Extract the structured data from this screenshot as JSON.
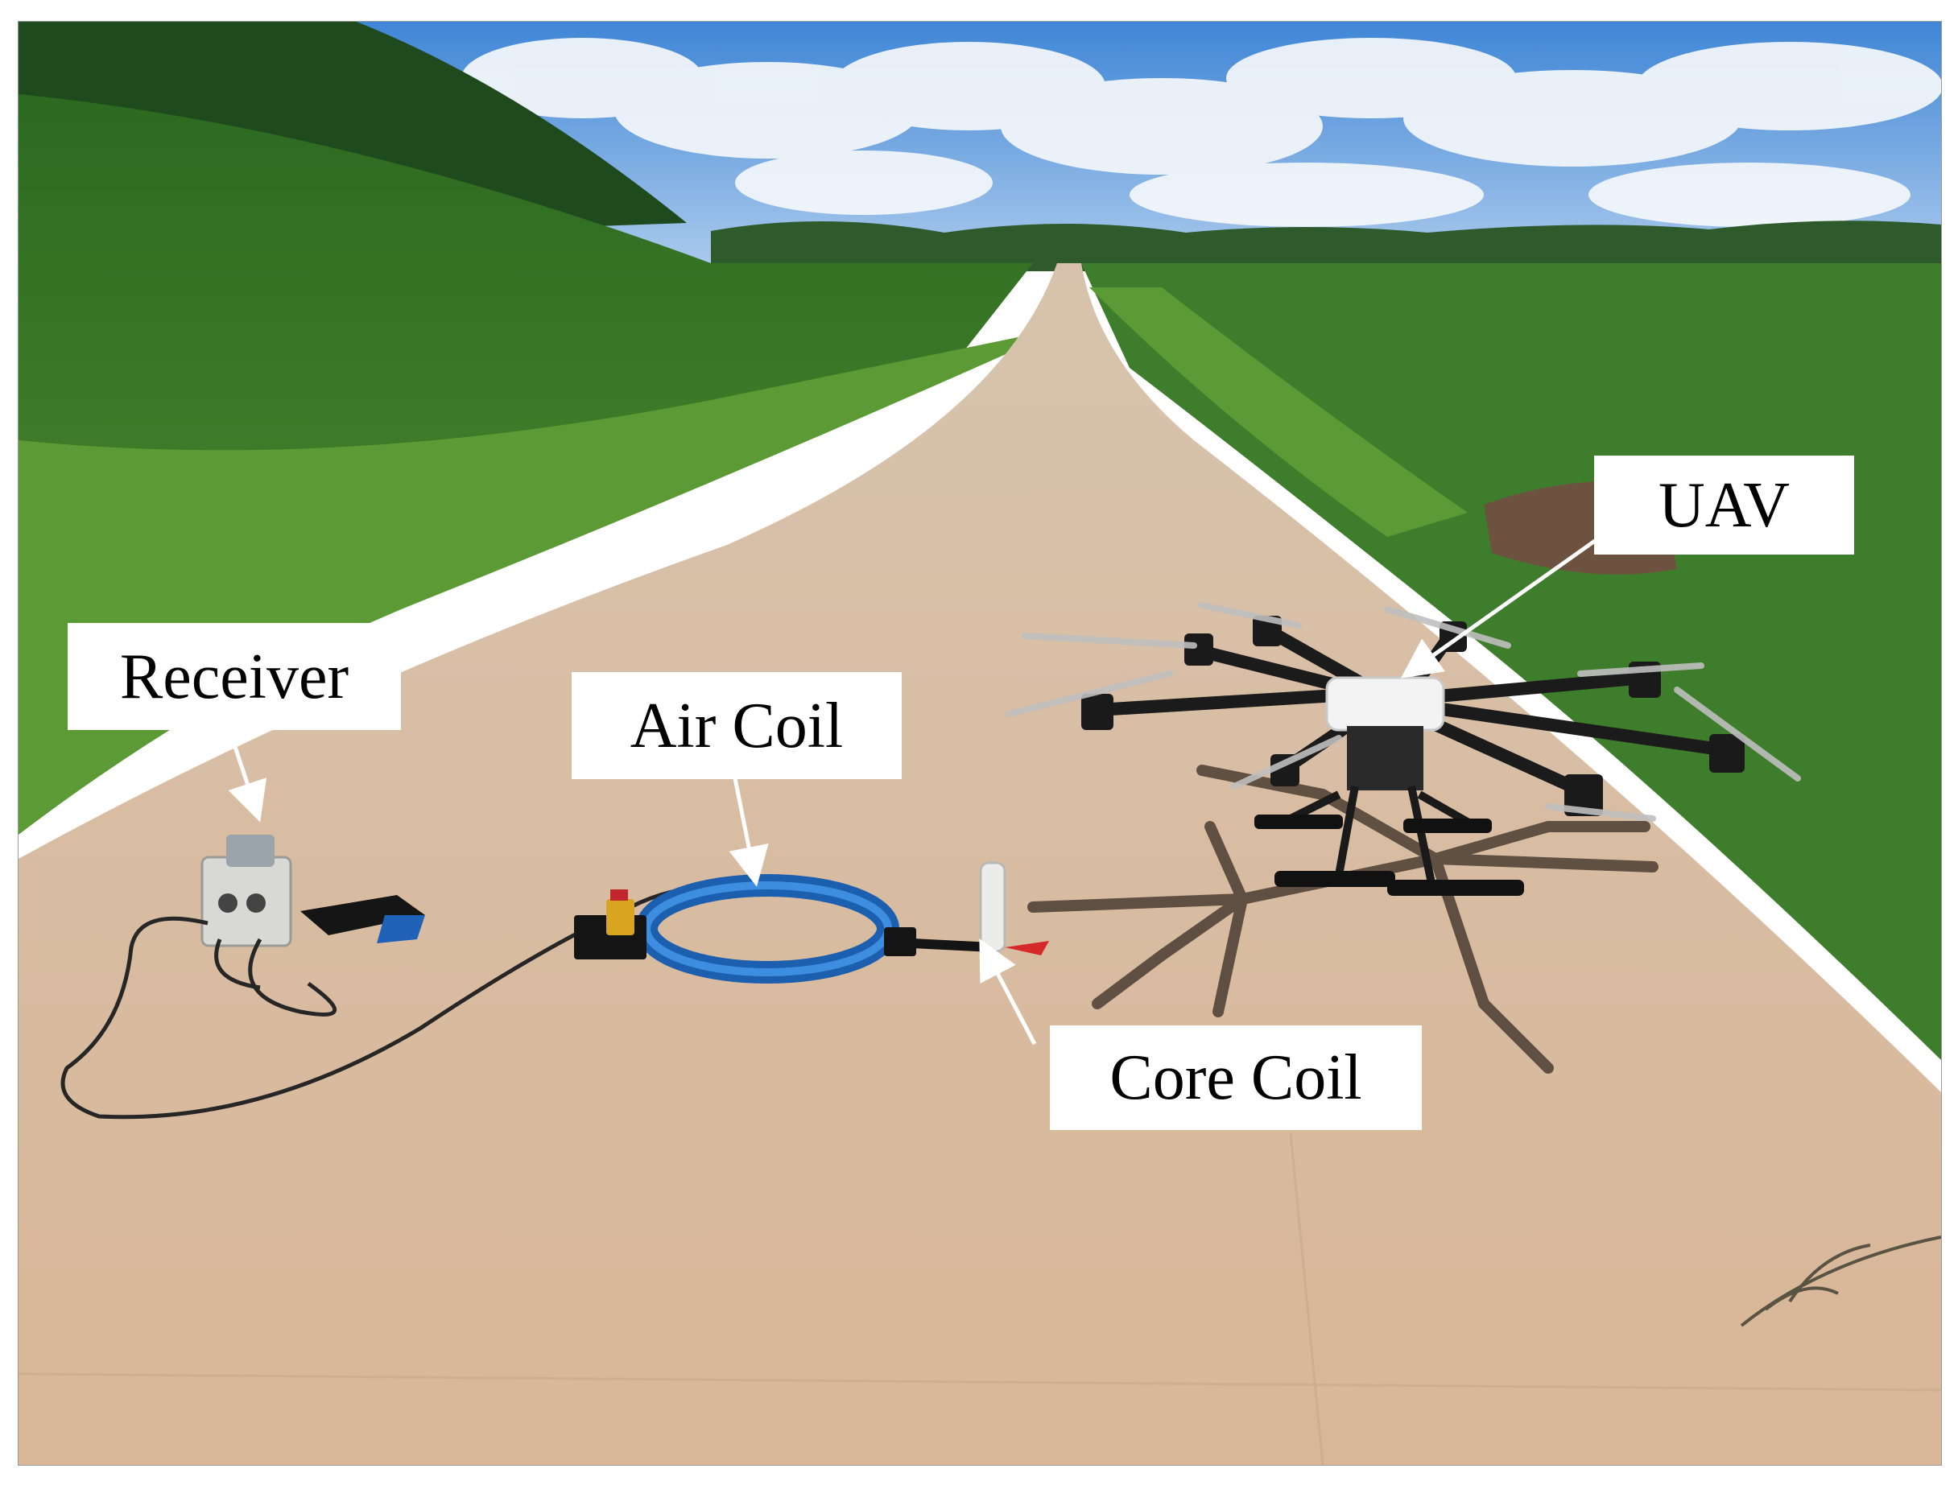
{
  "labels": {
    "uav": "UAV",
    "receiver": "Receiver",
    "air_coil": "Air Coil",
    "core_coil": "Core Coil"
  },
  "colors": {
    "sky": "#4f8fd6",
    "cloud": "#f4f7fb",
    "corn": "#2f6f22",
    "grass": "#5b9a34",
    "road": "#d8b99a",
    "coil_blue": "#1f6fc4",
    "label_bg": "#ffffff",
    "label_text": "#000000",
    "arrow": "#ffffff"
  }
}
